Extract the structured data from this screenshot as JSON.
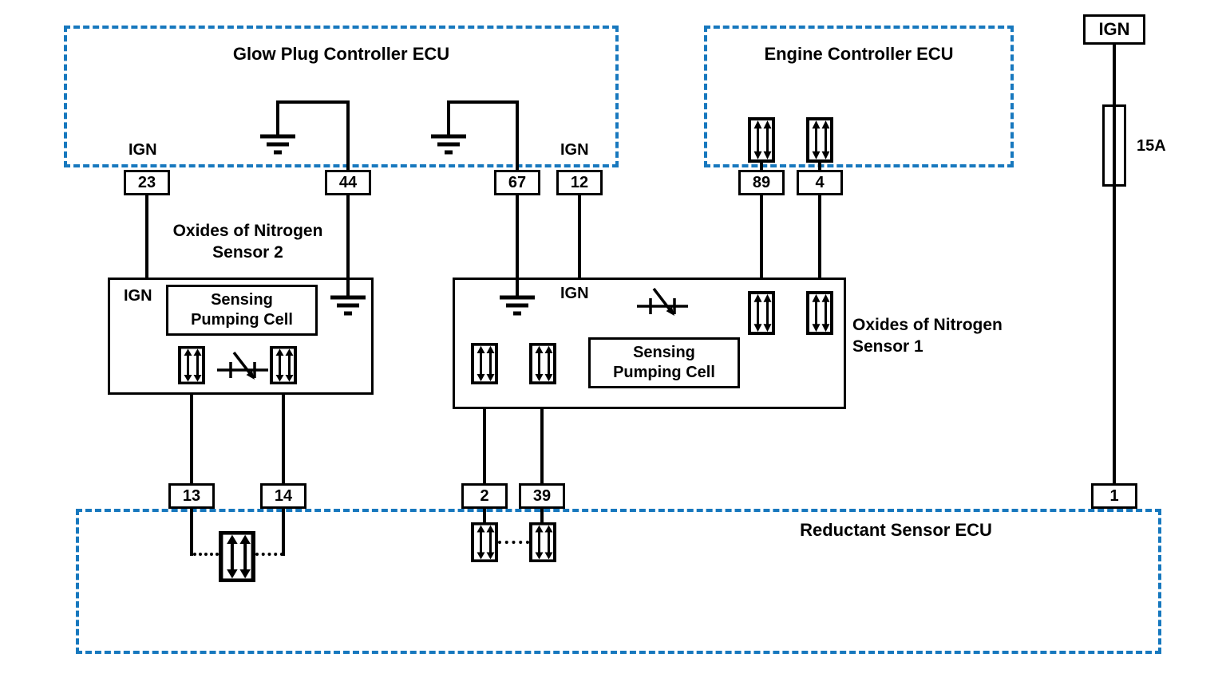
{
  "colors": {
    "ecu_border": "#1778be",
    "wire": "#000000",
    "background": "#ffffff"
  },
  "ecus": {
    "glow_plug": {
      "title": "Glow Plug Controller ECU"
    },
    "engine": {
      "title": "Engine Controller ECU"
    },
    "reductant": {
      "title": "Reductant Sensor ECU"
    }
  },
  "power": {
    "source": "IGN",
    "fuse_rating": "15A"
  },
  "ign_labels": {
    "pin23": "IGN",
    "pin12": "IGN",
    "sensor2": "IGN",
    "sensor1": "IGN"
  },
  "sensor2": {
    "name_line1": "Oxides of Nitrogen",
    "name_line2": "Sensor 2",
    "cell_line1": "Sensing",
    "cell_line2": "Pumping Cell"
  },
  "sensor1": {
    "name_line1": "Oxides of Nitrogen",
    "name_line2": "Sensor 1",
    "cell_line1": "Sensing",
    "cell_line2": "Pumping Cell"
  },
  "pins": {
    "p23": "23",
    "p44": "44",
    "p67": "67",
    "p12": "12",
    "p89": "89",
    "p4": "4",
    "p13": "13",
    "p14": "14",
    "p2": "2",
    "p39": "39",
    "p1": "1"
  }
}
